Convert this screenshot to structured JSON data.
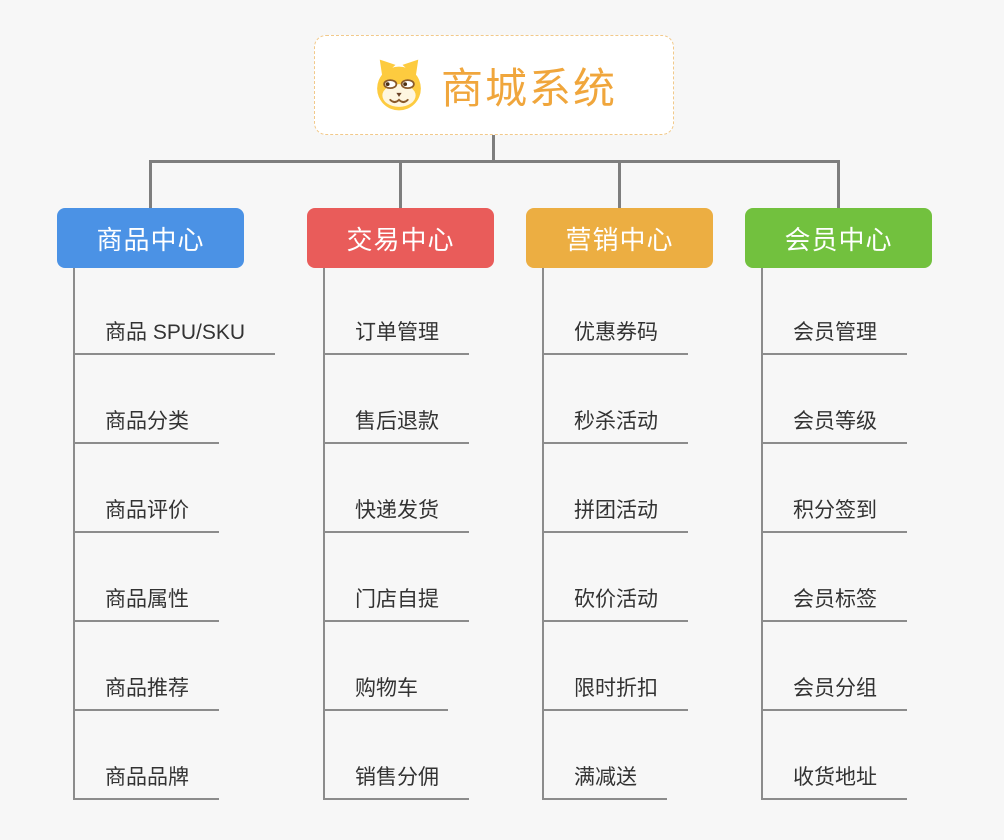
{
  "canvas": {
    "background": "#f7f7f7",
    "connector_color": "#7e7e7e"
  },
  "root": {
    "title": "商城系统",
    "title_color": "#f0a63c",
    "border_color": "#f2c98a",
    "icon": "dog-face-icon"
  },
  "branches": [
    {
      "label": "商品中心",
      "color": "#4b92e5",
      "text_color": "#ffffff",
      "items": [
        "商品 SPU/SKU",
        "商品分类",
        "商品评价",
        "商品属性",
        "商品推荐",
        "商品品牌"
      ]
    },
    {
      "label": "交易中心",
      "color": "#e95c5a",
      "text_color": "#ffffff",
      "items": [
        "订单管理",
        "售后退款",
        "快递发货",
        "门店自提",
        "购物车",
        "销售分佣"
      ]
    },
    {
      "label": "营销中心",
      "color": "#ecae42",
      "text_color": "#ffffff",
      "items": [
        "优惠券码",
        "秒杀活动",
        "拼团活动",
        "砍价活动",
        "限时折扣",
        "满减送"
      ]
    },
    {
      "label": "会员中心",
      "color": "#72c13e",
      "text_color": "#ffffff",
      "items": [
        "会员管理",
        "会员等级",
        "积分签到",
        "会员标签",
        "会员分组",
        "收货地址"
      ]
    }
  ]
}
